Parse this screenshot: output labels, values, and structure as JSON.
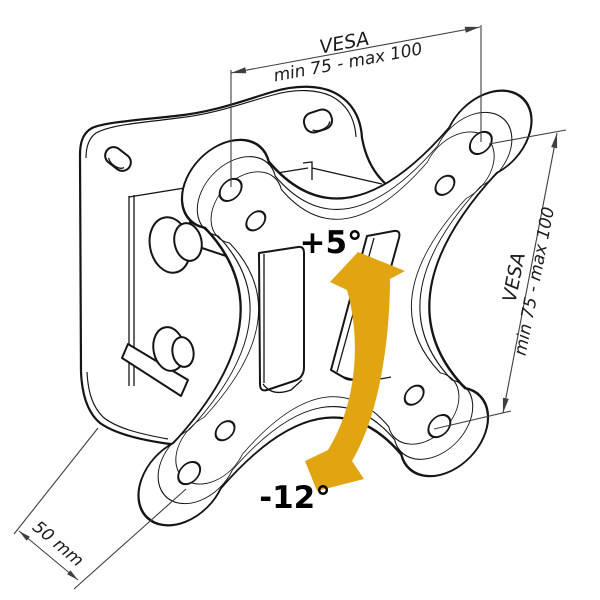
{
  "diagram": {
    "dim_top": {
      "line1": "VESA",
      "line2": "min 75 - max 100"
    },
    "dim_right": {
      "line1": "VESA",
      "line2": "min 75 - max 100"
    },
    "dim_depth": {
      "label": "50 mm"
    },
    "tilt": {
      "up_label": "+5°",
      "down_label": "-12°",
      "arrow_color": "#E0A511"
    },
    "colors": {
      "outline": "#151515",
      "dimension": "#3f3f3f",
      "background": "#ffffff"
    }
  }
}
